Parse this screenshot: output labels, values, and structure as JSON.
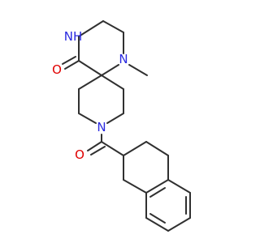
{
  "molecule": {
    "atoms": {
      "n_amide": {
        "symbol": "N",
        "h_count": "H",
        "color": "#2a2ae0"
      },
      "n_methyl": {
        "symbol": "N",
        "color": "#2a2ae0"
      },
      "n_piperidine": {
        "symbol": "N",
        "color": "#2a2ae0"
      },
      "o_lactam": {
        "symbol": "O",
        "color": "#e00000"
      },
      "o_acyl": {
        "symbol": "O",
        "color": "#e00000"
      }
    }
  }
}
